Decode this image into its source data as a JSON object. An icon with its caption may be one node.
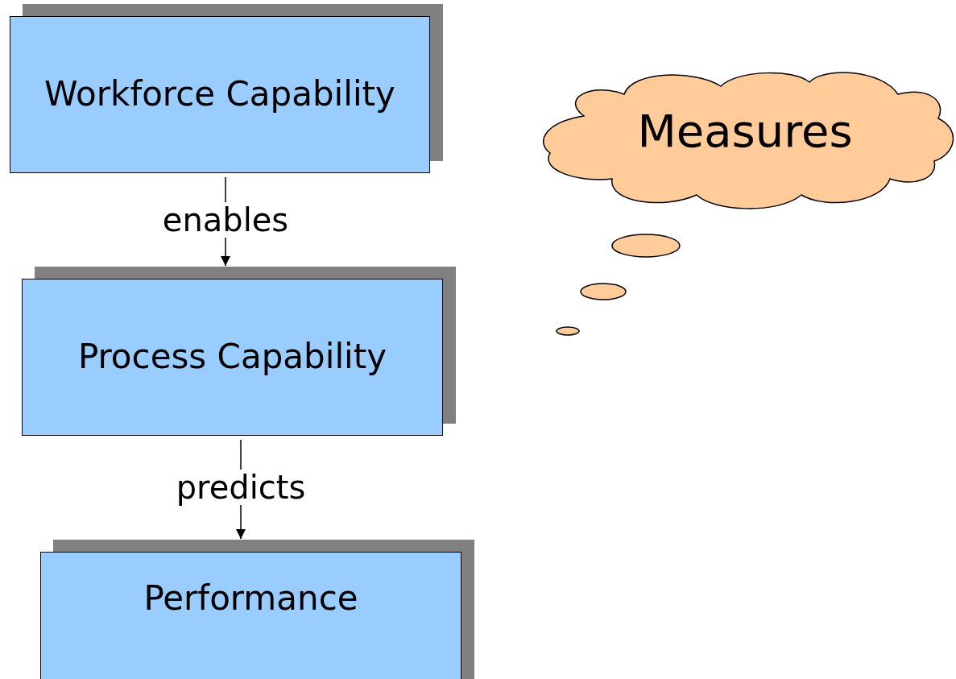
{
  "diagram": {
    "nodes": [
      {
        "text": [
          "Workforce Capability"
        ]
      },
      {
        "text": [
          "Process Capability"
        ]
      },
      {
        "text": [
          "Performance"
        ]
      },
      {
        "text": [
          "Measures"
        ]
      }
    ],
    "edges": [
      {
        "from": 0,
        "to": 1,
        "arrow": "to",
        "label": "enables"
      },
      {
        "from": 1,
        "to": 2,
        "arrow": "to",
        "label": "predicts"
      }
    ]
  }
}
